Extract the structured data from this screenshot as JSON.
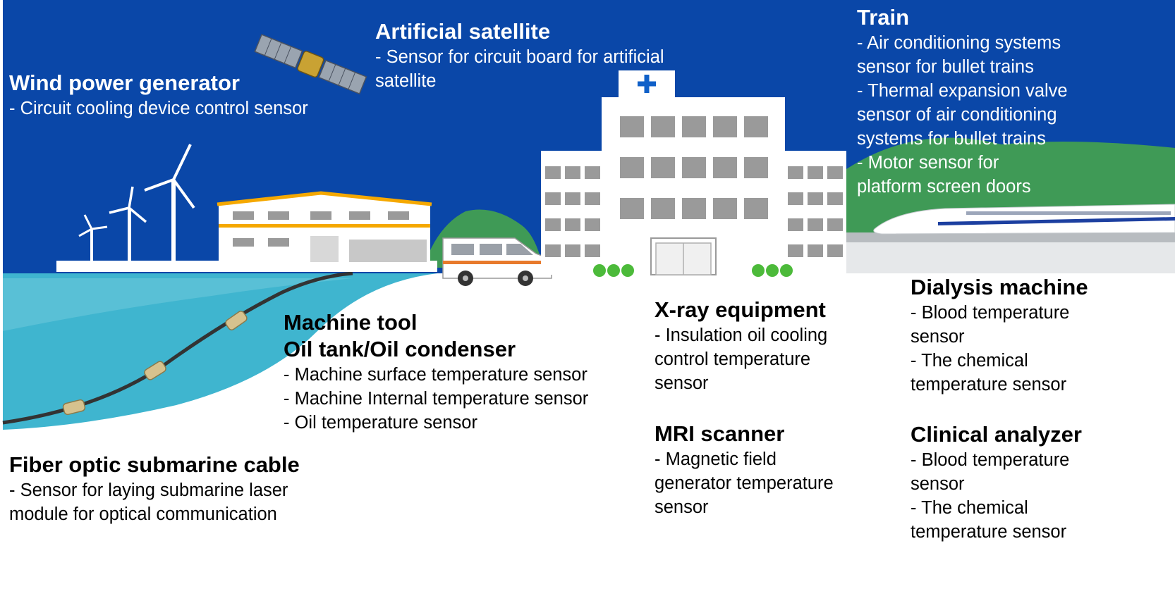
{
  "colors": {
    "sky": "#0a47a8",
    "sea": "#3fb5cf",
    "sea_light": "#8ad3e3",
    "hill": "#3f9a56",
    "cable": "#333333",
    "building": "#ffffff",
    "window": "#9a9a9a",
    "factory_stripe": "#f5a800",
    "cross": "#1060c8",
    "ambulance_stripe": "#e87a2c",
    "train_stripe": "#1c3fa0",
    "bush": "#4cba3a"
  },
  "icons": [
    "satellite-icon",
    "wind-turbine-icon",
    "factory-icon",
    "hospital-icon",
    "ambulance-icon",
    "bullet-train-icon",
    "submarine-cable-icon"
  ],
  "labels": {
    "satellite": {
      "title": "Artificial satellite",
      "items": [
        "- Sensor for circuit board for artificial",
        "satellite"
      ]
    },
    "wind": {
      "title": "Wind power generator",
      "items": [
        "- Circuit cooling device control sensor"
      ]
    },
    "train": {
      "title": "Train",
      "items": [
        "- Air conditioning systems",
        "sensor for bullet trains",
        "- Thermal expansion valve",
        "sensor of air conditioning",
        "systems for bullet trains",
        "- Motor sensor for",
        "platform screen doors"
      ]
    },
    "machine": {
      "title1": "Machine tool",
      "title2": "Oil tank/Oil condenser",
      "items": [
        "- Machine surface temperature sensor",
        "- Machine Internal temperature sensor",
        "- Oil temperature sensor"
      ]
    },
    "xray": {
      "title": "X-ray equipment",
      "items": [
        "- Insulation oil cooling",
        "control temperature",
        "sensor"
      ]
    },
    "dialysis": {
      "title": "Dialysis machine",
      "items": [
        "- Blood temperature",
        "sensor",
        "- The chemical",
        "temperature sensor"
      ]
    },
    "mri": {
      "title": "MRI scanner",
      "items": [
        "- Magnetic field",
        "generator temperature",
        "sensor"
      ]
    },
    "clinical": {
      "title": "Clinical analyzer",
      "items": [
        "- Blood temperature",
        "sensor",
        "- The chemical",
        "temperature sensor"
      ]
    },
    "fiber": {
      "title": "Fiber optic submarine cable",
      "items": [
        "- Sensor for laying submarine laser",
        "module for optical communication"
      ]
    }
  }
}
